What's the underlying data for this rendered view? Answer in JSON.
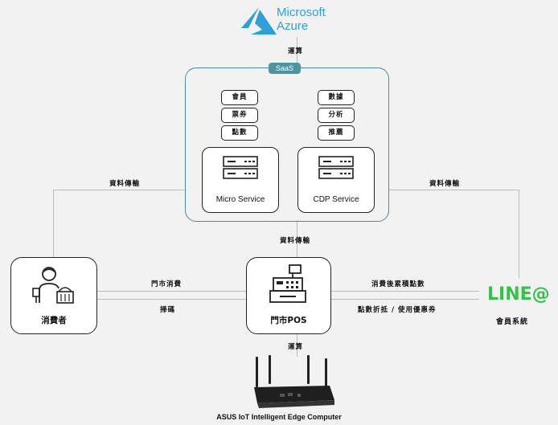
{
  "azure": {
    "line1": "Microsoft",
    "line2": "Azure"
  },
  "saas": {
    "label": "SaaS"
  },
  "micro_tags": [
    "會員",
    "票券",
    "點數"
  ],
  "cdp_tags": [
    "數據",
    "分析",
    "推薦"
  ],
  "micro_service": {
    "name": "Micro Service"
  },
  "cdp_service": {
    "name": "CDP Service"
  },
  "edges": {
    "azure_saas": "運算",
    "consumer_saas": "資料傳輸",
    "line_saas": "資料傳輸",
    "pos_saas": "資料傳輸",
    "consumer_to_pos": "門市消費",
    "pos_to_consumer": "掃碼",
    "pos_to_line": "消費後累積點數",
    "line_to_pos": "點數折抵 / 使用優惠券",
    "pos_edge": "運算"
  },
  "consumer": {
    "name": "消費者"
  },
  "pos": {
    "name": "門市POS"
  },
  "line": {
    "logo": "LINE@",
    "name": "會員系統"
  },
  "edge_computer": {
    "name": "ASUS IoT Intelligent Edge Computer"
  },
  "colors": {
    "azure": "#2f9fd8",
    "line": "#36c24a",
    "saas_border": "#4a8c98",
    "saas_bg": "#4f95a1"
  }
}
